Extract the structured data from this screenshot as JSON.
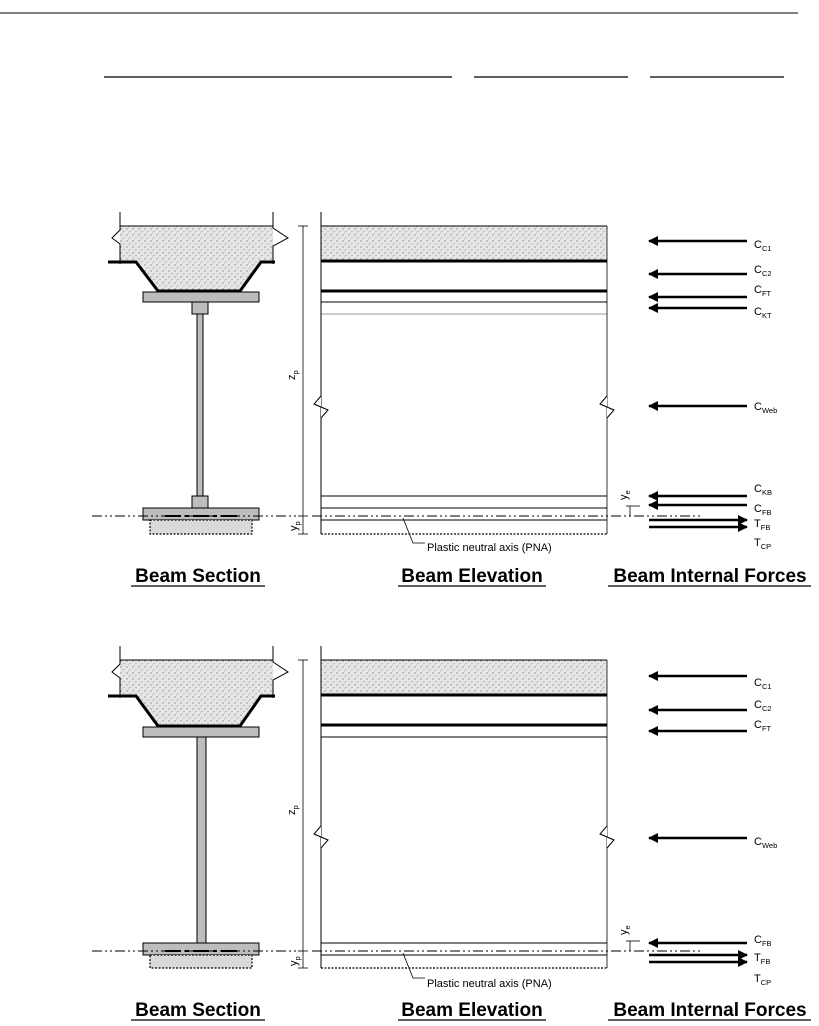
{
  "diagrams": [
    {
      "titles": {
        "section": "Beam Section",
        "elevation": "Beam Elevation",
        "forces": "Beam Internal Forces"
      },
      "pna_label": "Plastic neutral axis (PNA)",
      "dims": {
        "zp": {
          "main": "z",
          "sub": "p"
        },
        "ye": {
          "main": "y",
          "sub": "e"
        },
        "yp": {
          "main": "y",
          "sub": "p"
        }
      },
      "forces": [
        {
          "main": "C",
          "sub": "C1",
          "dir": "left"
        },
        {
          "main": "C",
          "sub": "C2",
          "dir": "left"
        },
        {
          "main": "C",
          "sub": "FT",
          "dir": "left"
        },
        {
          "main": "C",
          "sub": "KT",
          "dir": "left"
        },
        {
          "main": "C",
          "sub": "Web",
          "dir": "left"
        },
        {
          "main": "C",
          "sub": "KB",
          "dir": "left"
        },
        {
          "main": "C",
          "sub": "FB",
          "dir": "left"
        },
        {
          "main": "T",
          "sub": "FB",
          "dir": "right"
        },
        {
          "main": "T",
          "sub": "CP",
          "dir": "right"
        }
      ]
    },
    {
      "titles": {
        "section": "Beam Section",
        "elevation": "Beam Elevation",
        "forces": "Beam Internal Forces"
      },
      "pna_label": "Plastic neutral axis (PNA)",
      "dims": {
        "zp": {
          "main": "z",
          "sub": "p"
        },
        "ye": {
          "main": "y",
          "sub": "e"
        },
        "yp": {
          "main": "y",
          "sub": "p"
        }
      },
      "forces": [
        {
          "main": "C",
          "sub": "C1",
          "dir": "left"
        },
        {
          "main": "C",
          "sub": "C2",
          "dir": "left"
        },
        {
          "main": "C",
          "sub": "FT",
          "dir": "left"
        },
        {
          "main": "C",
          "sub": "Web",
          "dir": "left"
        },
        {
          "main": "C",
          "sub": "FB",
          "dir": "left"
        },
        {
          "main": "T",
          "sub": "FB",
          "dir": "right"
        },
        {
          "main": "T",
          "sub": "CP",
          "dir": "right"
        }
      ]
    }
  ]
}
